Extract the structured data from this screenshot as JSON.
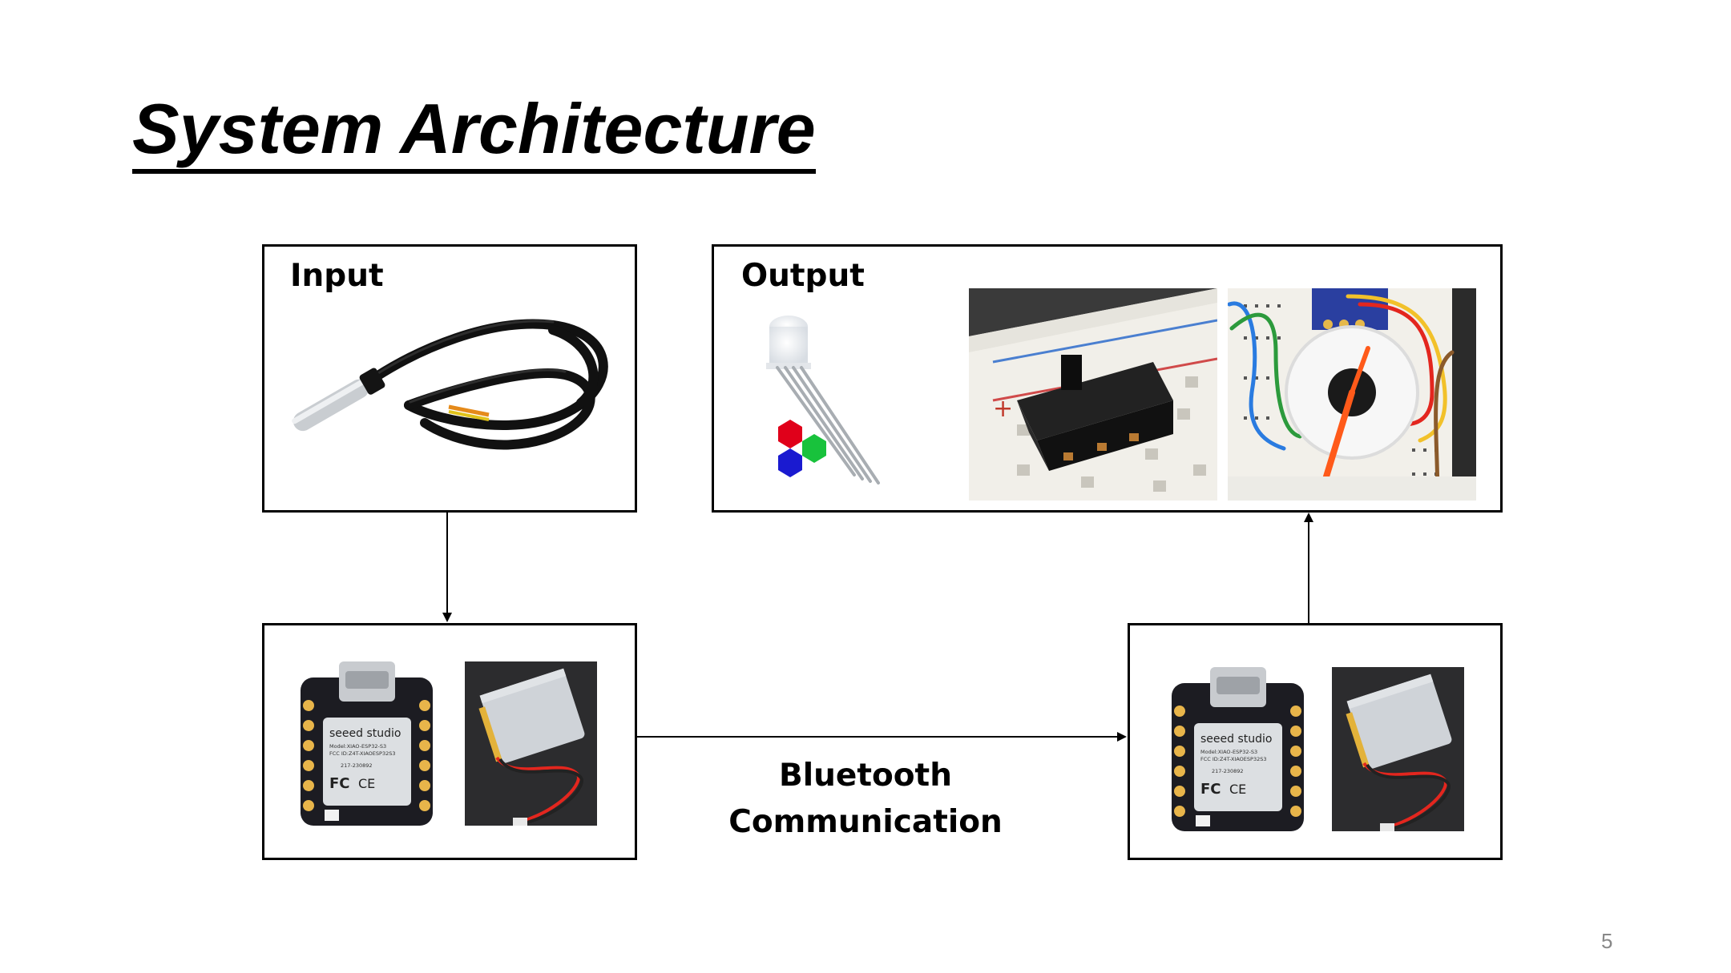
{
  "slide": {
    "title": "System Architecture",
    "page_number": "5"
  },
  "input_box": {
    "label": "Input",
    "image": "temperature-probe-cable"
  },
  "output_box": {
    "label": "Output",
    "images": [
      "rgb-led",
      "slide-switch-on-breadboard",
      "stepper-gauge-on-breadboard"
    ]
  },
  "transmitter_box": {
    "images": [
      "seeed-xiao-esp32s3-board",
      "lipo-battery"
    ]
  },
  "receiver_box": {
    "images": [
      "seeed-xiao-esp32s3-board",
      "lipo-battery"
    ]
  },
  "board": {
    "brand": "seeed studio",
    "model": "Model:XIAO-ESP32-S3",
    "fcc": "FCC ID:Z4T-XIAOESP32S3",
    "cert": "217-230892",
    "fc": "FC",
    "ce": "CE"
  },
  "link": {
    "line1": "Bluetooth",
    "line2": "Communication"
  },
  "colors": {
    "border": "#000000",
    "led_red": "#e0001a",
    "led_green": "#18c23c",
    "led_blue": "#1a1ad0",
    "pcb": "#1c1c22",
    "wire_red": "#e3261e",
    "wire_green": "#2c9a3c",
    "wire_blue": "#2a7be0",
    "wire_yellow": "#f2c12a"
  }
}
